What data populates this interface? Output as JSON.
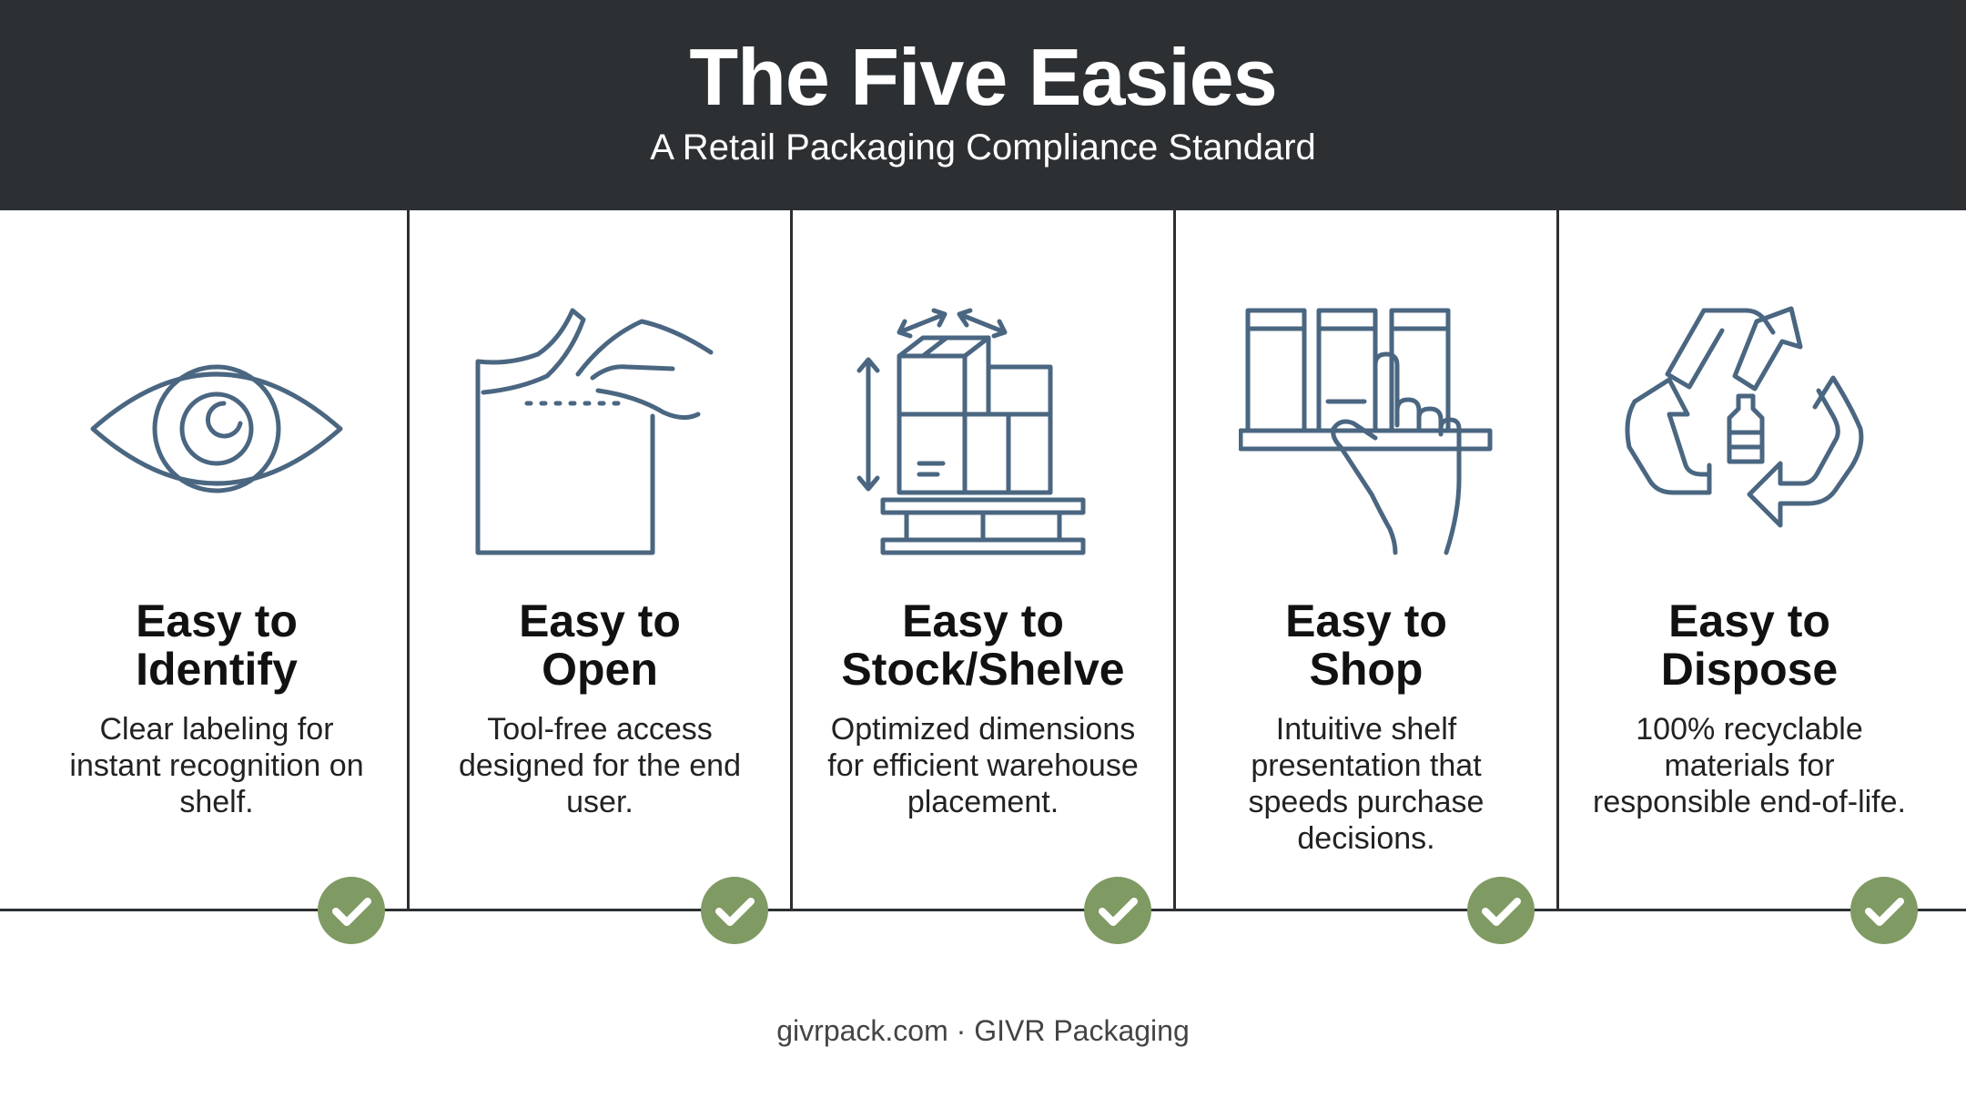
{
  "header": {
    "title": "The Five Easies",
    "subtitle": "A Retail Packaging Compliance Standard"
  },
  "columns": [
    {
      "title_line1": "Easy to",
      "title_line2": "Identify",
      "description": "Clear labeling for instant recognition on shelf.",
      "icon": "eye-icon"
    },
    {
      "title_line1": "Easy to",
      "title_line2": "Open",
      "description": "Tool-free access designed for the end user.",
      "icon": "tear-open-box-icon"
    },
    {
      "title_line1": "Easy to",
      "title_line2": "Stock/Shelve",
      "description": "Optimized dimensions for efficient warehouse placement.",
      "icon": "pallet-boxes-icon"
    },
    {
      "title_line1": "Easy to",
      "title_line2": "Shop",
      "description": "Intuitive shelf presentation that speeds purchase decisions.",
      "icon": "shelf-hand-icon"
    },
    {
      "title_line1": "Easy to",
      "title_line2": "Dispose",
      "description": "100% recyclable materials for responsible end-of-life.",
      "icon": "recycle-bottle-icon"
    }
  ],
  "footer": {
    "text": "givrpack.com · GIVR Packaging"
  },
  "colors": {
    "header_bg": "#2c3033",
    "icon_stroke": "#4a6681",
    "check_bg": "#7f9a62"
  }
}
